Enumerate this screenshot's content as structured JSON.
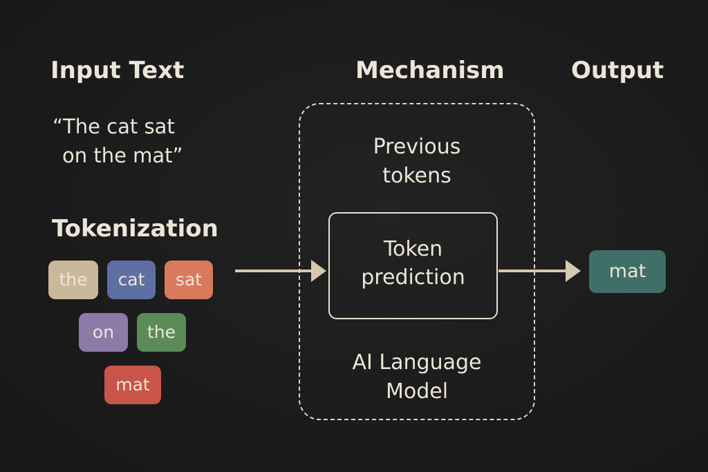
{
  "headings": {
    "input": "Input Text",
    "mechanism": "Mechanism",
    "output": "Output",
    "tokenization": "Tokenization"
  },
  "input_text": {
    "line1": "“The cat sat",
    "line2": "on the mat”"
  },
  "tokens": [
    {
      "label": "the",
      "color": "#c9b99a"
    },
    {
      "label": "cat",
      "color": "#5e6fa3"
    },
    {
      "label": "sat",
      "color": "#d97a5e"
    },
    {
      "label": "on",
      "color": "#8c7aa8"
    },
    {
      "label": "the",
      "color": "#5c8a58"
    },
    {
      "label": "mat",
      "color": "#c95448"
    }
  ],
  "mechanism": {
    "previous_line1": "Previous",
    "previous_line2": "tokens",
    "prediction_line1": "Token",
    "prediction_line2": "prediction",
    "model_line1": "AI Language",
    "model_line2": "Model"
  },
  "output": {
    "label": "mat",
    "color": "#3f6f66"
  },
  "colors": {
    "background": "#1c1c1c",
    "text": "#ece6d8",
    "arrow": "#d8c8b2"
  }
}
